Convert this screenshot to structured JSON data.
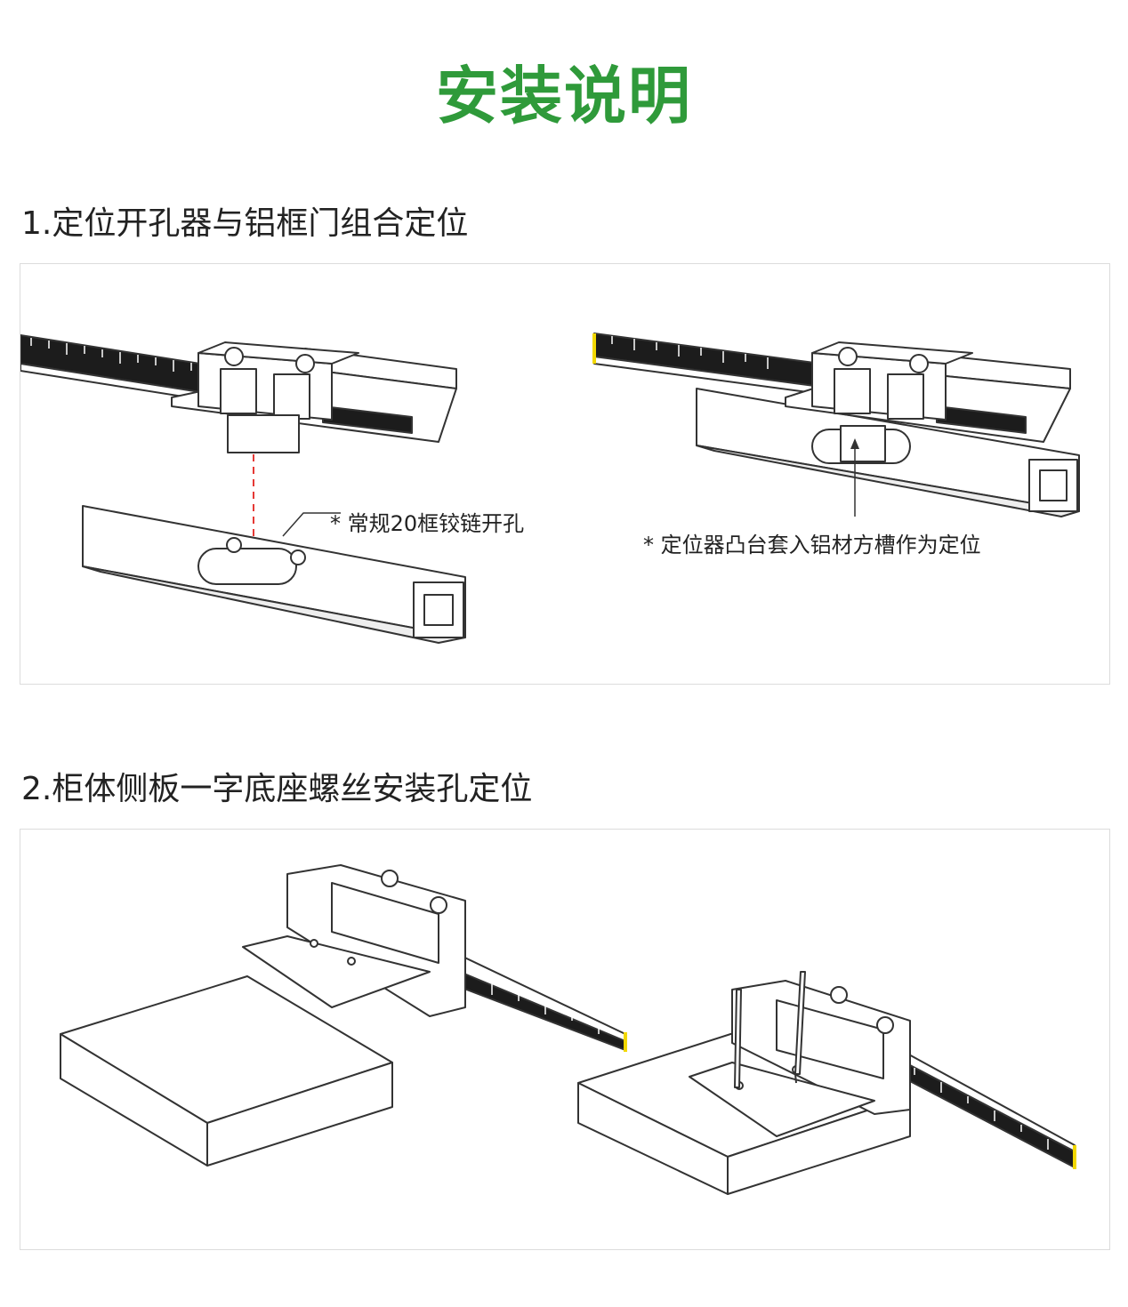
{
  "page_title": "安装说明",
  "sections": [
    {
      "heading": "1.定位开孔器与铝框门组合定位",
      "notes": [
        "* 常规20框铰链开孔",
        "* 定位器凸台套入铝材方槽作为定位"
      ]
    },
    {
      "heading": "2.柜体侧板一字底座螺丝安装孔定位"
    }
  ],
  "colors": {
    "title": "#2f9a3a",
    "guide_line": "#e53935",
    "ruler_end": "#f2d800"
  }
}
